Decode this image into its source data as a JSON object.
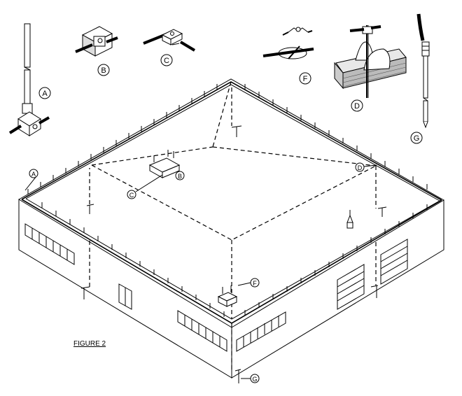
{
  "figure_title": "FIGURE 2",
  "callouts": {
    "A": "A",
    "B": "B",
    "C": "C",
    "D": "D",
    "F": "F",
    "G": "G"
  }
}
